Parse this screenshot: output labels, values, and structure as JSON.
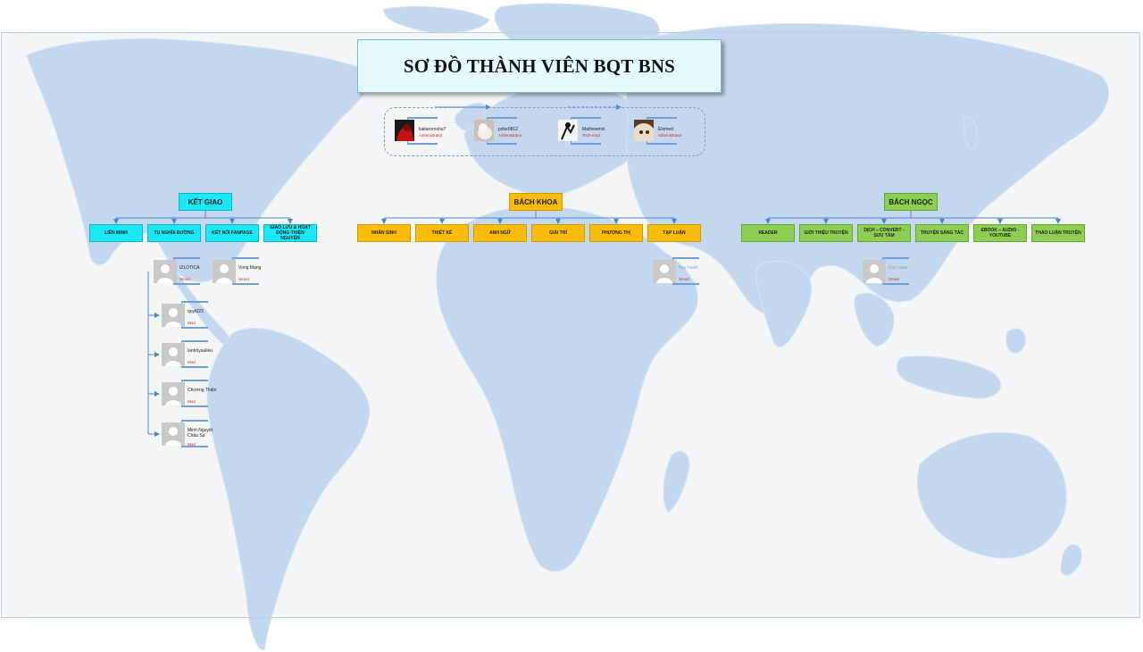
{
  "title": "SƠ ĐỒ THÀNH VIÊN BQT BNS",
  "colors": {
    "ocean": "#f4f5f7",
    "land": "#c3d8ee",
    "line": "#4a86c8",
    "cyan": "#19e9f7",
    "orange": "#fbbd04",
    "green": "#8dcf52",
    "role": "#d81e1e"
  },
  "admins": [
    {
      "name": "kaitaroroshu7",
      "role": "Administrator",
      "avatar": "dark-red-icon"
    },
    {
      "name": "pzbe0812",
      "role": "Administrator",
      "avatar": "white-cat-icon"
    },
    {
      "name": "Mathewmin",
      "role": "Tech-mod",
      "avatar": "sketch-figure-icon"
    },
    {
      "name": "Elomed",
      "role": "Administrator",
      "avatar": "anime-face-icon"
    }
  ],
  "branches": [
    {
      "label": "KẾT GIAO",
      "subs": [
        "LIÊN MINH",
        "TỤ NGHĨA ĐƯỜNG",
        "KẾT NỐI FANPAGE",
        "GIAO LƯU & HOẠT ĐỘNG THIỆN NGUYỆN"
      ]
    },
    {
      "label": "BÁCH KHOA",
      "subs": [
        "NHÂN SINH",
        "THIẾT KẾ",
        "ANH NGỮ",
        "GIẢI TRÍ",
        "PHƯƠNG THỊ",
        "TẠP LUẬN"
      ]
    },
    {
      "label": "BÁCH NGỌC",
      "subs": [
        "READER",
        "GIỚI THIỆU TRUYỆN",
        "DỊCH – CONVERT - SƯU TẦM",
        "TRUYỆN SÁNG TÁC",
        "EBOOK – AUDIO - YOUTUBE",
        "THẢO LUẬN TRUYỆN"
      ]
    }
  ],
  "members": [
    {
      "name": "IZLOTICA",
      "role": "Smod"
    },
    {
      "name": "Vong Mạng",
      "role": "Smod"
    },
    {
      "name": "Bay hawk",
      "role": "Smod"
    },
    {
      "name": "Bay hawk",
      "role": "Smod"
    },
    {
      "name": "quyt023",
      "role": "Mod"
    },
    {
      "name": "lanhhyaulieu",
      "role": "Mod"
    },
    {
      "name": "Chương Thiện",
      "role": "Mod"
    },
    {
      "name": "Minh Nguyệt Châu Sa",
      "role": "Mod"
    }
  ]
}
